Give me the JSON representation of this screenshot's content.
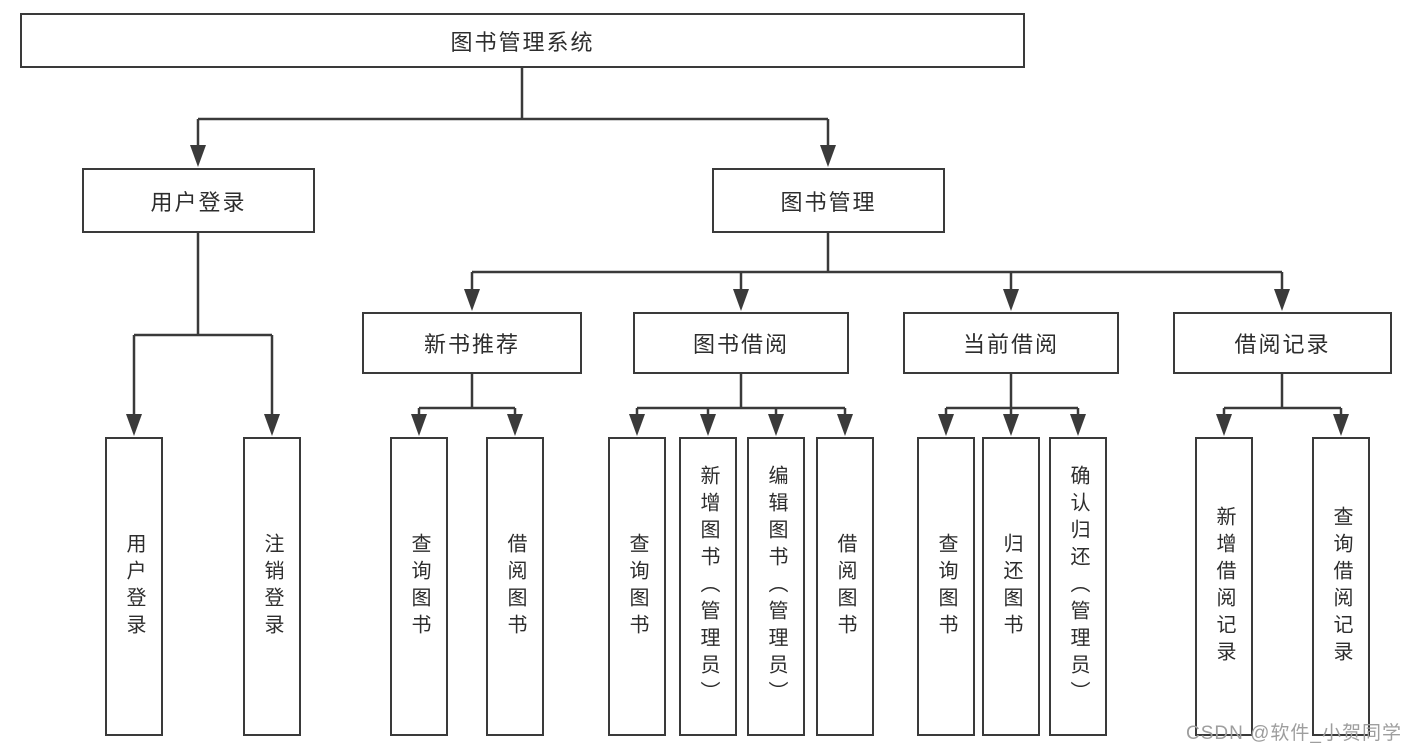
{
  "diagram": {
    "title": "图书管理系统",
    "branches": [
      {
        "label": "用户登录",
        "children": [
          {
            "label": "用户登录"
          },
          {
            "label": "注销登录"
          }
        ]
      },
      {
        "label": "图书管理",
        "sections": [
          {
            "label": "新书推荐",
            "children": [
              {
                "label": "查询图书"
              },
              {
                "label": "借阅图书"
              }
            ]
          },
          {
            "label": "图书借阅",
            "children": [
              {
                "label": "查询图书"
              },
              {
                "label": "新增图书（管理员）"
              },
              {
                "label": "编辑图书（管理员）"
              },
              {
                "label": "借阅图书"
              }
            ]
          },
          {
            "label": "当前借阅",
            "children": [
              {
                "label": "查询图书"
              },
              {
                "label": "归还图书"
              },
              {
                "label": "确认归还（管理员）"
              }
            ]
          },
          {
            "label": "借阅记录",
            "children": [
              {
                "label": "新增借阅记录"
              },
              {
                "label": "查询借阅记录"
              }
            ]
          }
        ]
      }
    ]
  },
  "watermark": {
    "text": "CSDN @软件_小贺同学"
  },
  "colors": {
    "background": "#ffffff",
    "box_fill": "#ffffff",
    "box_border": "#3a3a3a",
    "line": "#3a3a3a",
    "text": "#2d2d2d",
    "watermark": "#9e9e9e"
  }
}
